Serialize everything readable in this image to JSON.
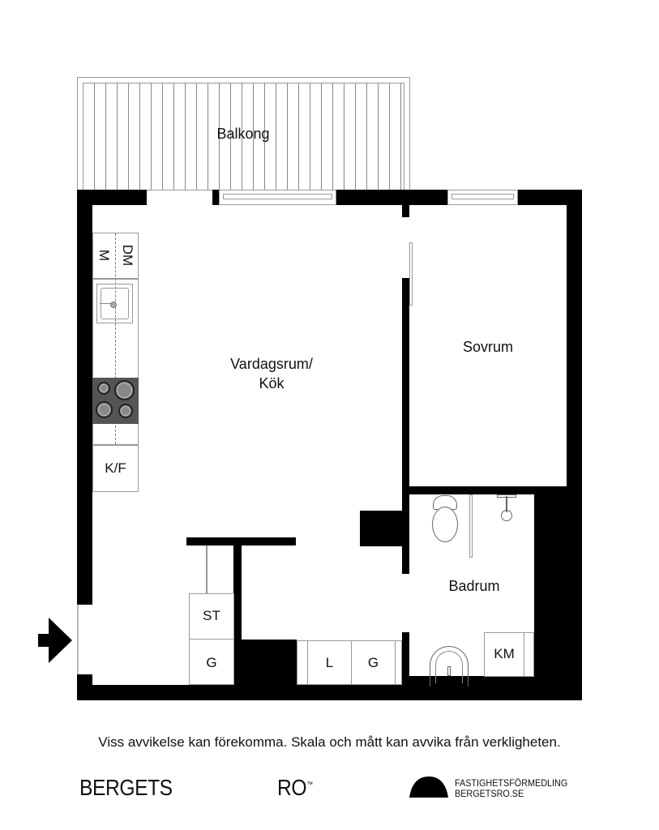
{
  "floorplan": {
    "rooms": {
      "balcony": "Balkong",
      "living_kitchen_line1": "Vardagsrum/",
      "living_kitchen_line2": "Kök",
      "bedroom": "Sovrum",
      "bathroom": "Badrum"
    },
    "fixtures": {
      "microwave": "M",
      "dishwasher": "DM",
      "fridge_freezer": "K/F",
      "storage": "ST",
      "wardrobe_1": "G",
      "linen": "L",
      "wardrobe_2": "G",
      "washing_machine": "KM"
    },
    "entrance_icon": "arrow-right-icon"
  },
  "footer": {
    "disclaimer": "Viss avvikelse kan förekomma. Skala och mått kan avvika från verkligheten.",
    "brand_left": "BERGETS",
    "brand_right": "RO",
    "trademark": "™",
    "tagline_line1": "FASTIGHETSFÖRMEDLING",
    "tagline_line2": "BERGETSRO.SE"
  }
}
